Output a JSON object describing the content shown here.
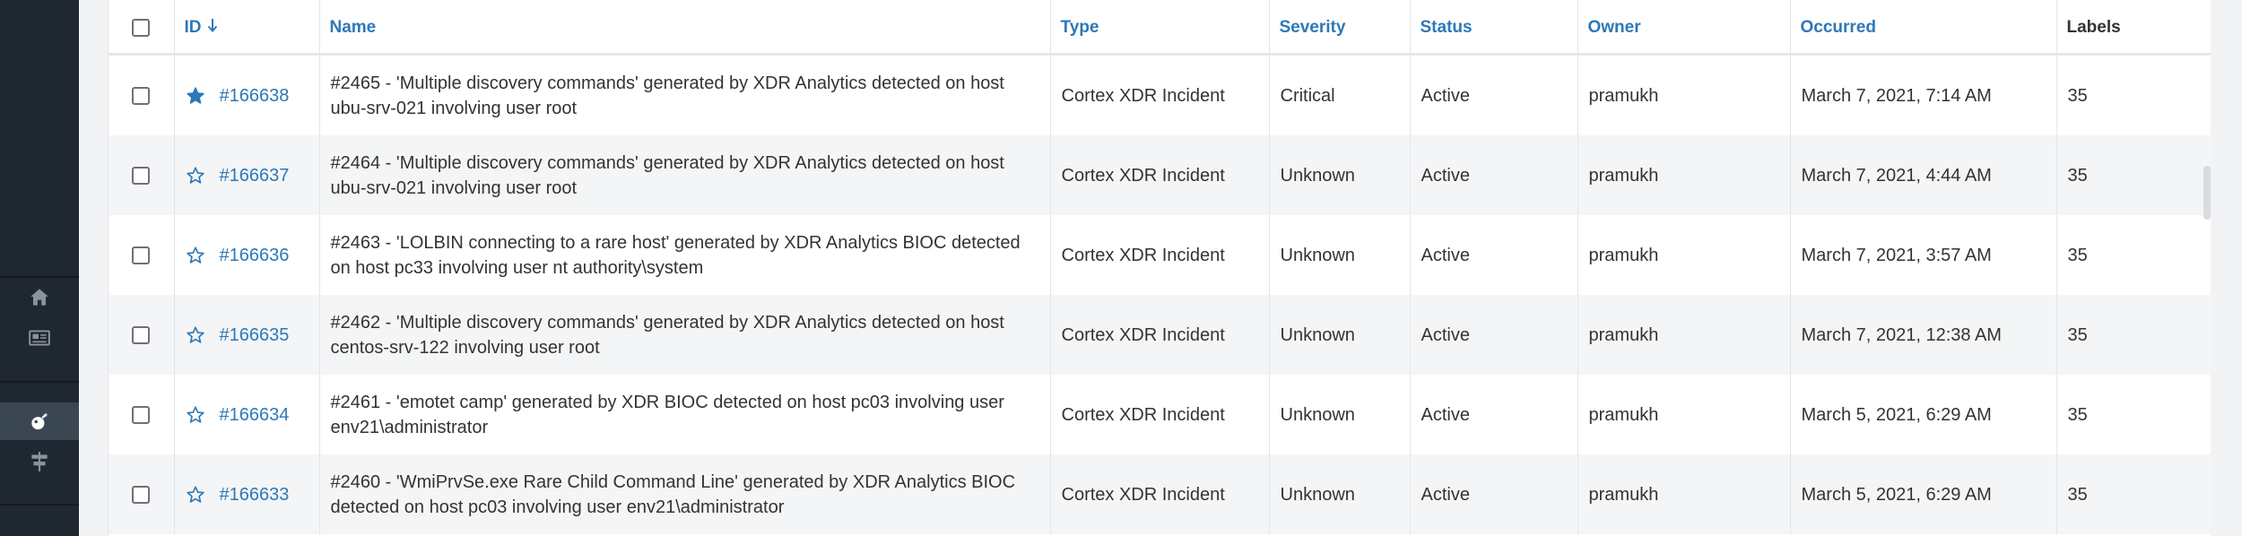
{
  "columns": {
    "id": "ID",
    "name": "Name",
    "type": "Type",
    "severity": "Severity",
    "status": "Status",
    "owner": "Owner",
    "occurred": "Occurred",
    "labels": "Labels"
  },
  "sidebar": {
    "icons": [
      "home-icon",
      "news-icon",
      "incidents-icon",
      "playbooks-icon"
    ]
  },
  "colors": {
    "link": "#2d78b8",
    "sidebar": "#1f2730",
    "sidebar_active": "#3b4653"
  },
  "rows": [
    {
      "starred": true,
      "id": "#166638",
      "name": "#2465 - 'Multiple discovery commands' generated by XDR Analytics detected on host ubu-srv-021 involving user root",
      "type": "Cortex XDR Incident",
      "severity": "Critical",
      "status": "Active",
      "owner": "pramukh",
      "occurred": "March 7, 2021, 7:14 AM",
      "labels": "35"
    },
    {
      "starred": false,
      "id": "#166637",
      "name": "#2464 - 'Multiple discovery commands' generated by XDR Analytics detected on host ubu-srv-021 involving user root",
      "type": "Cortex XDR Incident",
      "severity": "Unknown",
      "status": "Active",
      "owner": "pramukh",
      "occurred": "March 7, 2021, 4:44 AM",
      "labels": "35"
    },
    {
      "starred": false,
      "id": "#166636",
      "name": "#2463 - 'LOLBIN connecting to a rare host' generated by XDR Analytics BIOC detected on host pc33 involving user nt authority\\system",
      "type": "Cortex XDR Incident",
      "severity": "Unknown",
      "status": "Active",
      "owner": "pramukh",
      "occurred": "March 7, 2021, 3:57 AM",
      "labels": "35"
    },
    {
      "starred": false,
      "id": "#166635",
      "name": "#2462 - 'Multiple discovery commands' generated by XDR Analytics detected on host centos-srv-122 involving user root",
      "type": "Cortex XDR Incident",
      "severity": "Unknown",
      "status": "Active",
      "owner": "pramukh",
      "occurred": "March 7, 2021, 12:38 AM",
      "labels": "35"
    },
    {
      "starred": false,
      "id": "#166634",
      "name": "#2461 - 'emotet camp' generated by XDR BIOC detected on host pc03 involving user env21\\administrator",
      "type": "Cortex XDR Incident",
      "severity": "Unknown",
      "status": "Active",
      "owner": "pramukh",
      "occurred": "March 5, 2021, 6:29 AM",
      "labels": "35"
    },
    {
      "starred": false,
      "id": "#166633",
      "name": "#2460 - 'WmiPrvSe.exe Rare Child Command Line' generated by XDR Analytics BIOC detected on host pc03 involving user env21\\administrator",
      "type": "Cortex XDR Incident",
      "severity": "Unknown",
      "status": "Active",
      "owner": "pramukh",
      "occurred": "March 5, 2021, 6:29 AM",
      "labels": "35"
    }
  ]
}
